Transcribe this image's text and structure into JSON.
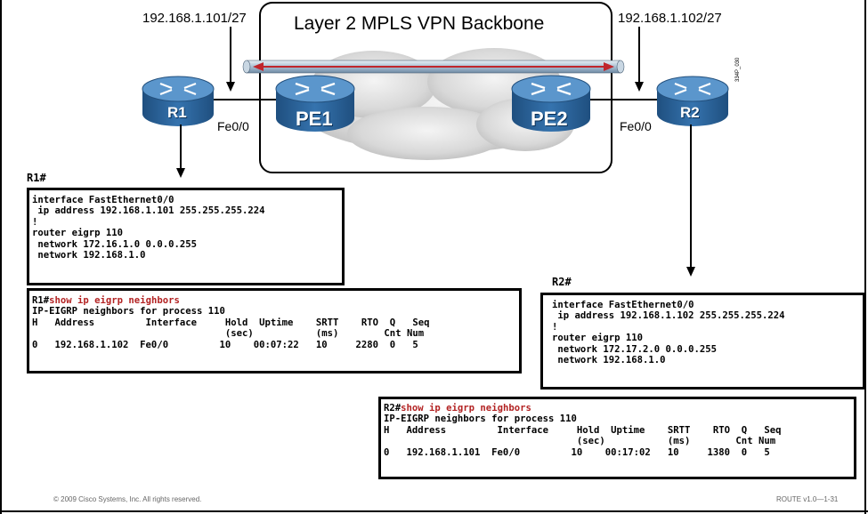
{
  "diagram": {
    "backbone_title": "Layer 2 MPLS VPN Backbone",
    "left_ip": "192.168.1.101/27",
    "right_ip": "192.168.1.102/27",
    "left_fe": "Fe0/0",
    "right_fe": "Fe0/0",
    "routers": {
      "r1": "R1",
      "pe1": "PE1",
      "pe2": "PE2",
      "r2": "R2"
    },
    "figure_code": "334P_030",
    "colors": {
      "router_blue": "#2e6aa5",
      "router_top": "#4f8bc4",
      "pipe": "#b8c9d8",
      "arrow_red": "#c0262c",
      "cloud": "#d4d4d4"
    }
  },
  "r1_config": {
    "prompt": "R1#",
    "lines": [
      "interface FastEthernet0/0",
      " ip address 192.168.1.101 255.255.255.224",
      "!",
      "router eigrp 110",
      " network 172.16.1.0 0.0.0.255",
      " network 192.168.1.0"
    ]
  },
  "r1_show": {
    "prompt": "R1#",
    "command": "show ip eigrp neighbors",
    "lines": [
      "IP-EIGRP neighbors for process 110",
      "H   Address         Interface     Hold  Uptime    SRTT    RTO  Q   Seq",
      "                                  (sec)           (ms)        Cnt Num",
      "0   192.168.1.102  Fe0/0         10    00:07:22   10     2280  0   5"
    ]
  },
  "r2_config": {
    "prompt": "R2#",
    "lines": [
      "interface FastEthernet0/0",
      " ip address 192.168.1.102 255.255.255.224",
      "!",
      "router eigrp 110",
      " network 172.17.2.0 0.0.0.255",
      " network 192.168.1.0"
    ]
  },
  "r2_show": {
    "prompt": "R2#",
    "command": "show ip eigrp neighbors",
    "lines": [
      "IP-EIGRP neighbors for process 110",
      "H   Address         Interface     Hold  Uptime    SRTT    RTO  Q   Seq",
      "                                  (sec)           (ms)        Cnt Num",
      "0   192.168.1.101  Fe0/0         10    00:17:02   10     1380  0   5"
    ]
  },
  "footer": {
    "copyright": "© 2009 Cisco Systems, Inc. All rights reserved.",
    "course": "ROUTE v1.0—1-31"
  }
}
